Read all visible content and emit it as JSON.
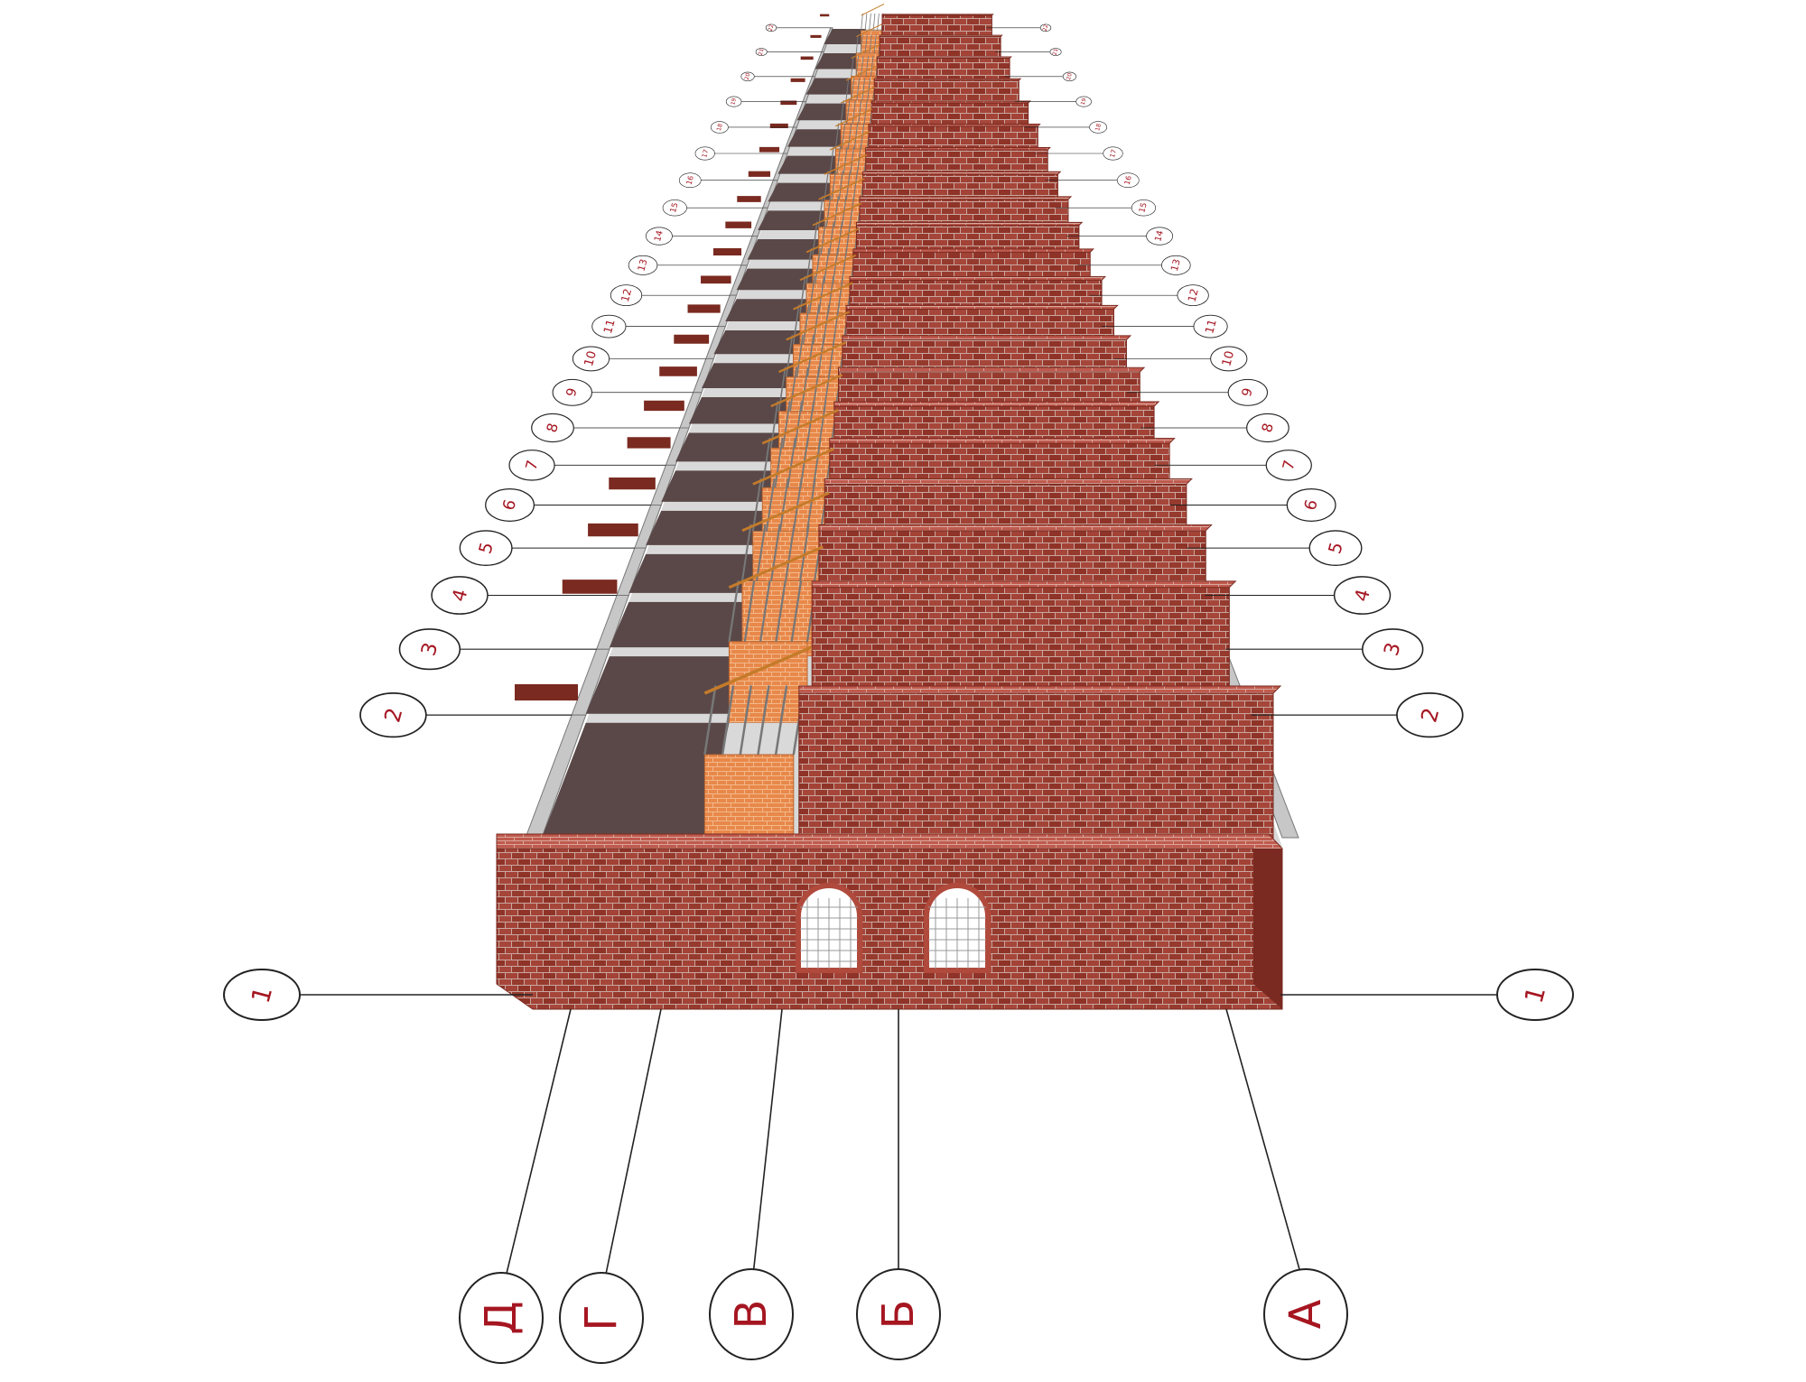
{
  "drawing": {
    "subject": "3D axonometric view of a long brick building with staircases, numbered grid axes and lettered grid axes",
    "numbered_axes": [
      "1",
      "2",
      "3",
      "4",
      "5",
      "6",
      "7",
      "8",
      "9",
      "10",
      "11",
      "12",
      "13",
      "14",
      "15",
      "16",
      "17",
      "18",
      "19",
      "20",
      "21",
      "22"
    ],
    "lettered_axes": [
      "Д",
      "Г",
      "В",
      "Б",
      "А"
    ],
    "colors": {
      "brick": "#9b3b2e",
      "brick_dark": "#7a2a20",
      "brick_top": "#c05a4e",
      "interior_block": "#e8884a",
      "stair": "#5a4848",
      "steel_beam": "#c7c7c7",
      "glass": "#e6ecef",
      "axis_label": "#a51621",
      "leader_line": "#222222"
    },
    "icons": [
      "arched-window-icon"
    ]
  }
}
